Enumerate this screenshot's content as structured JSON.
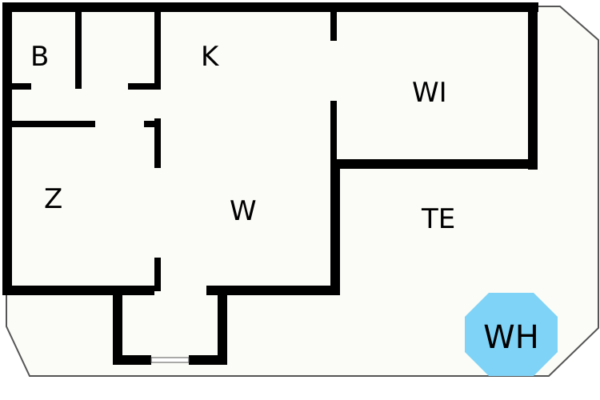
{
  "floor_plan": {
    "rooms": {
      "b": "B",
      "k": "K",
      "wi": "WI",
      "z": "Z",
      "w": "W",
      "te": "TE"
    },
    "badge": {
      "label": "WH",
      "color": "#7fd3f7"
    },
    "colors": {
      "wall": "#000000",
      "floor": "#fbfcf7",
      "terrace_outline": "#555555"
    }
  }
}
